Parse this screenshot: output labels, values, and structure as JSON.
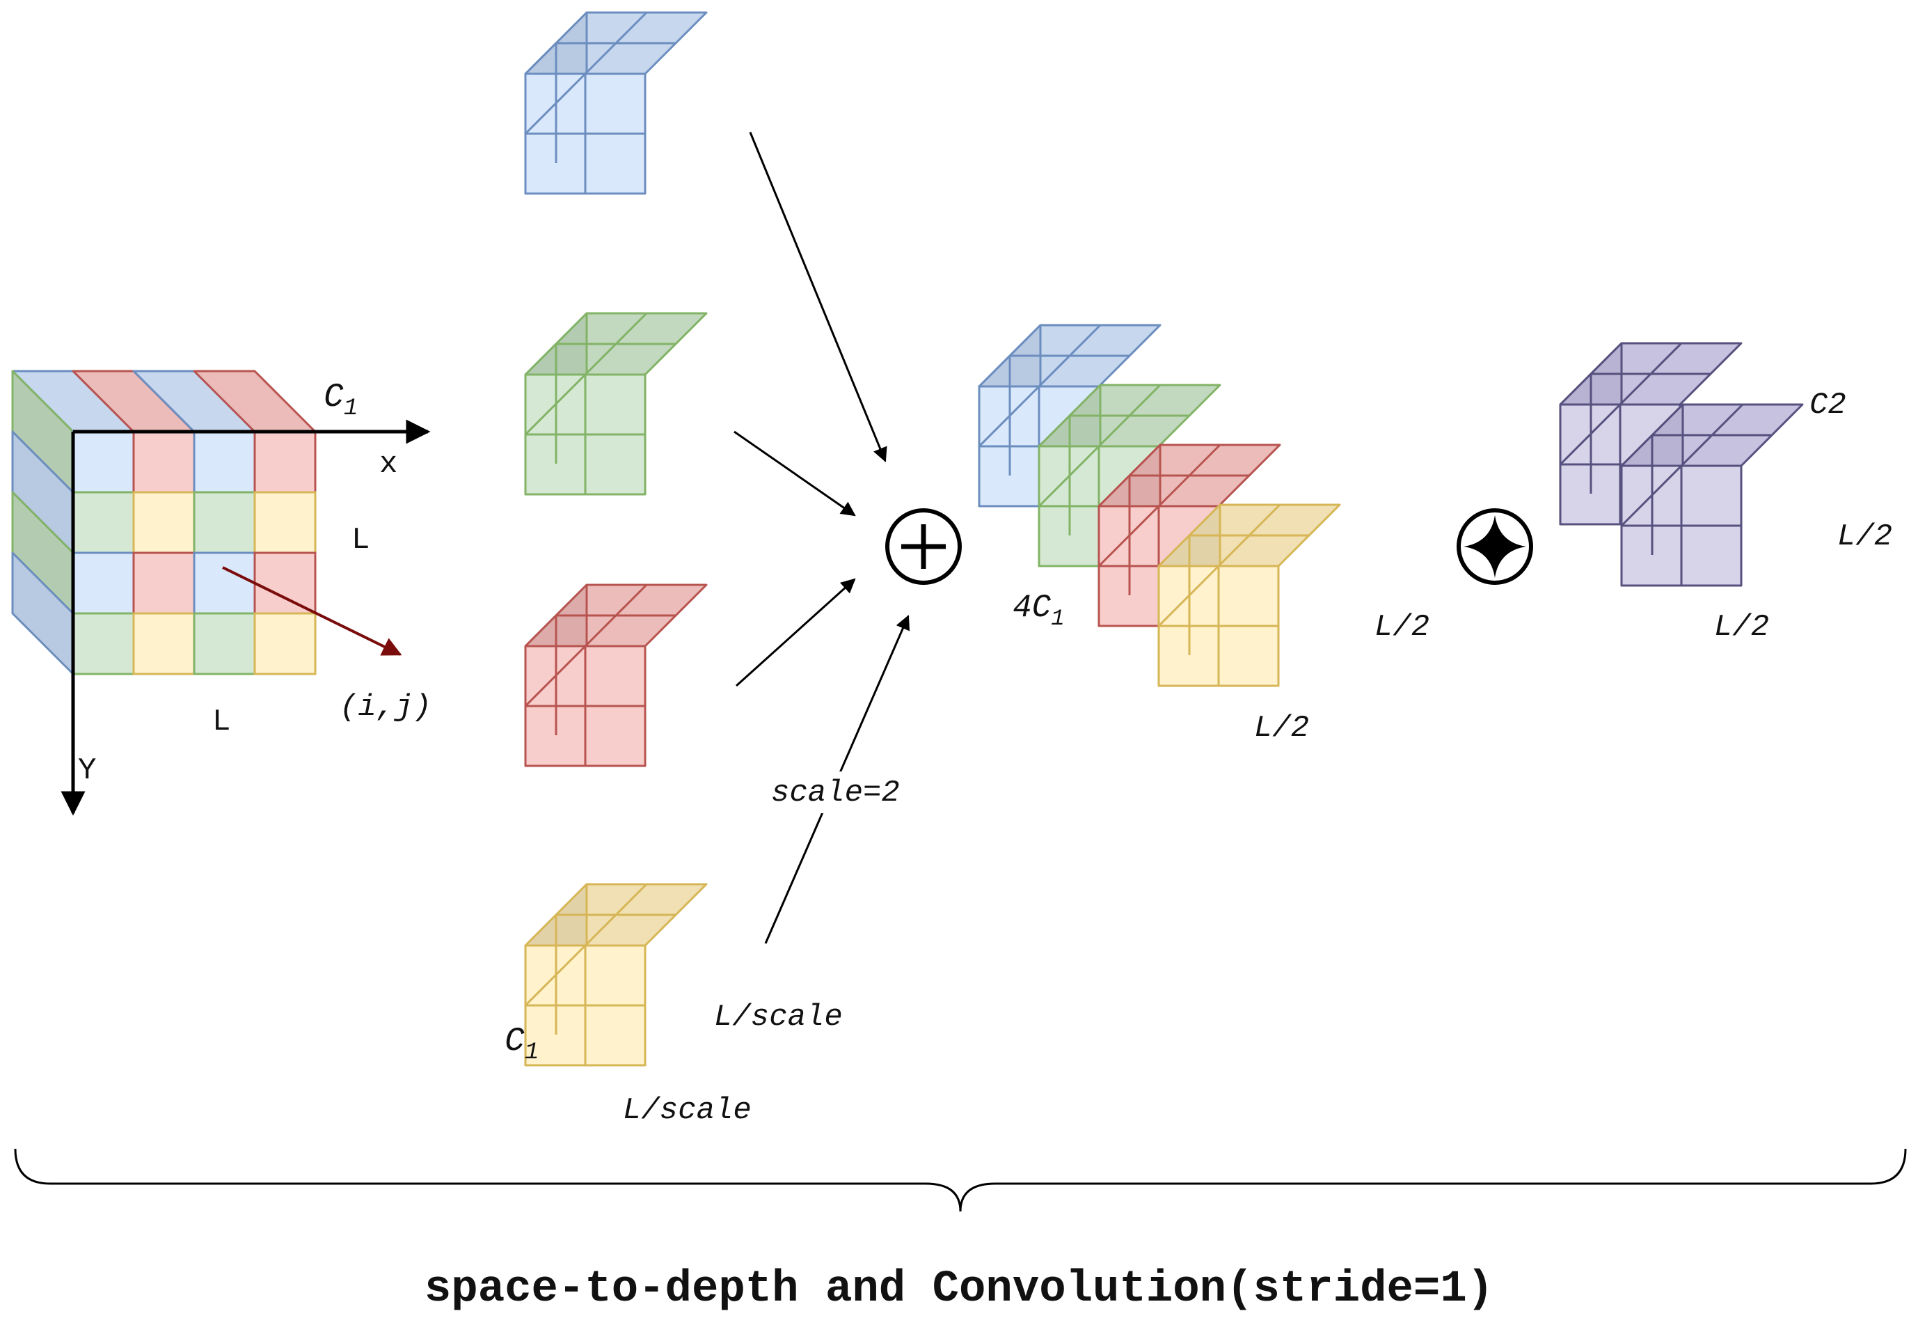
{
  "colors": {
    "blue": {
      "front": "#dae8fc",
      "top": "#c6d7ee",
      "side": "#b8c9e2",
      "stroke": "#6c8ebf"
    },
    "green": {
      "front": "#d5e8d4",
      "top": "#c2d9c0",
      "side": "#b3ccb1",
      "stroke": "#82b366"
    },
    "red": {
      "front": "#f8cecc",
      "top": "#ecbcba",
      "side": "#ddacaa",
      "stroke": "#b85450"
    },
    "yellow": {
      "front": "#fff2cc",
      "top": "#f0e0b3",
      "side": "#e2d2a8",
      "stroke": "#d6b656"
    },
    "purple": {
      "front": "#d7d4ea",
      "top": "#c7c2df",
      "side": "#b8b3d3",
      "stroke": "#56517e"
    },
    "arrow": "#000000",
    "ij_arrow": "#7a0c0c"
  },
  "input_tensor": {
    "channel_label": "C",
    "channel_sub": "1",
    "width_label": "L",
    "height_label": "L",
    "x_axis": "x",
    "y_axis": "Y",
    "pixel_label": "(i,j)"
  },
  "sub_tensors": {
    "count": 4,
    "colors": [
      "blue",
      "green",
      "red",
      "yellow"
    ],
    "size_label_right": "L/scale",
    "size_label_bottom": "L/scale",
    "channel_label": "C",
    "channel_sub": "1",
    "scale_label": "scale=2"
  },
  "concat_tensor": {
    "operator": "⊕",
    "channel_label": "4C",
    "channel_sub": "1",
    "height_label": "L/2",
    "width_label": "L/2"
  },
  "output_tensor": {
    "operator": "conv",
    "channel_label": "C2",
    "height_label": "L/2",
    "width_label": "L/2"
  },
  "caption": "space-to-depth and Convolution(stride=1)"
}
